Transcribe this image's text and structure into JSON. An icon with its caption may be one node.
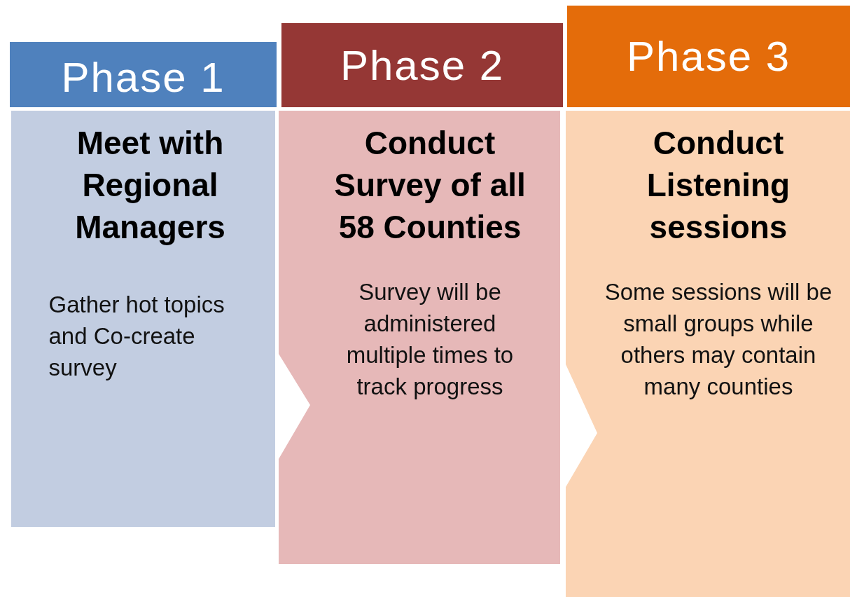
{
  "diagram": {
    "nodes": [
      {
        "text": [
          "Phase 1"
        ]
      },
      {
        "text": [
          "Phase 2"
        ]
      },
      {
        "text": [
          "Phase 3"
        ]
      },
      {
        "text": [
          "Meet with Regional Managers",
          "Gather hot topics and Co-create survey"
        ]
      },
      {
        "text": [
          "Conduct Survey of all 58 Counties",
          "Survey will be administered multiple times to track progress"
        ]
      },
      {
        "text": [
          "Conduct Listening sessions",
          "Some sessions will be small groups while others may contain many counties"
        ]
      }
    ]
  }
}
